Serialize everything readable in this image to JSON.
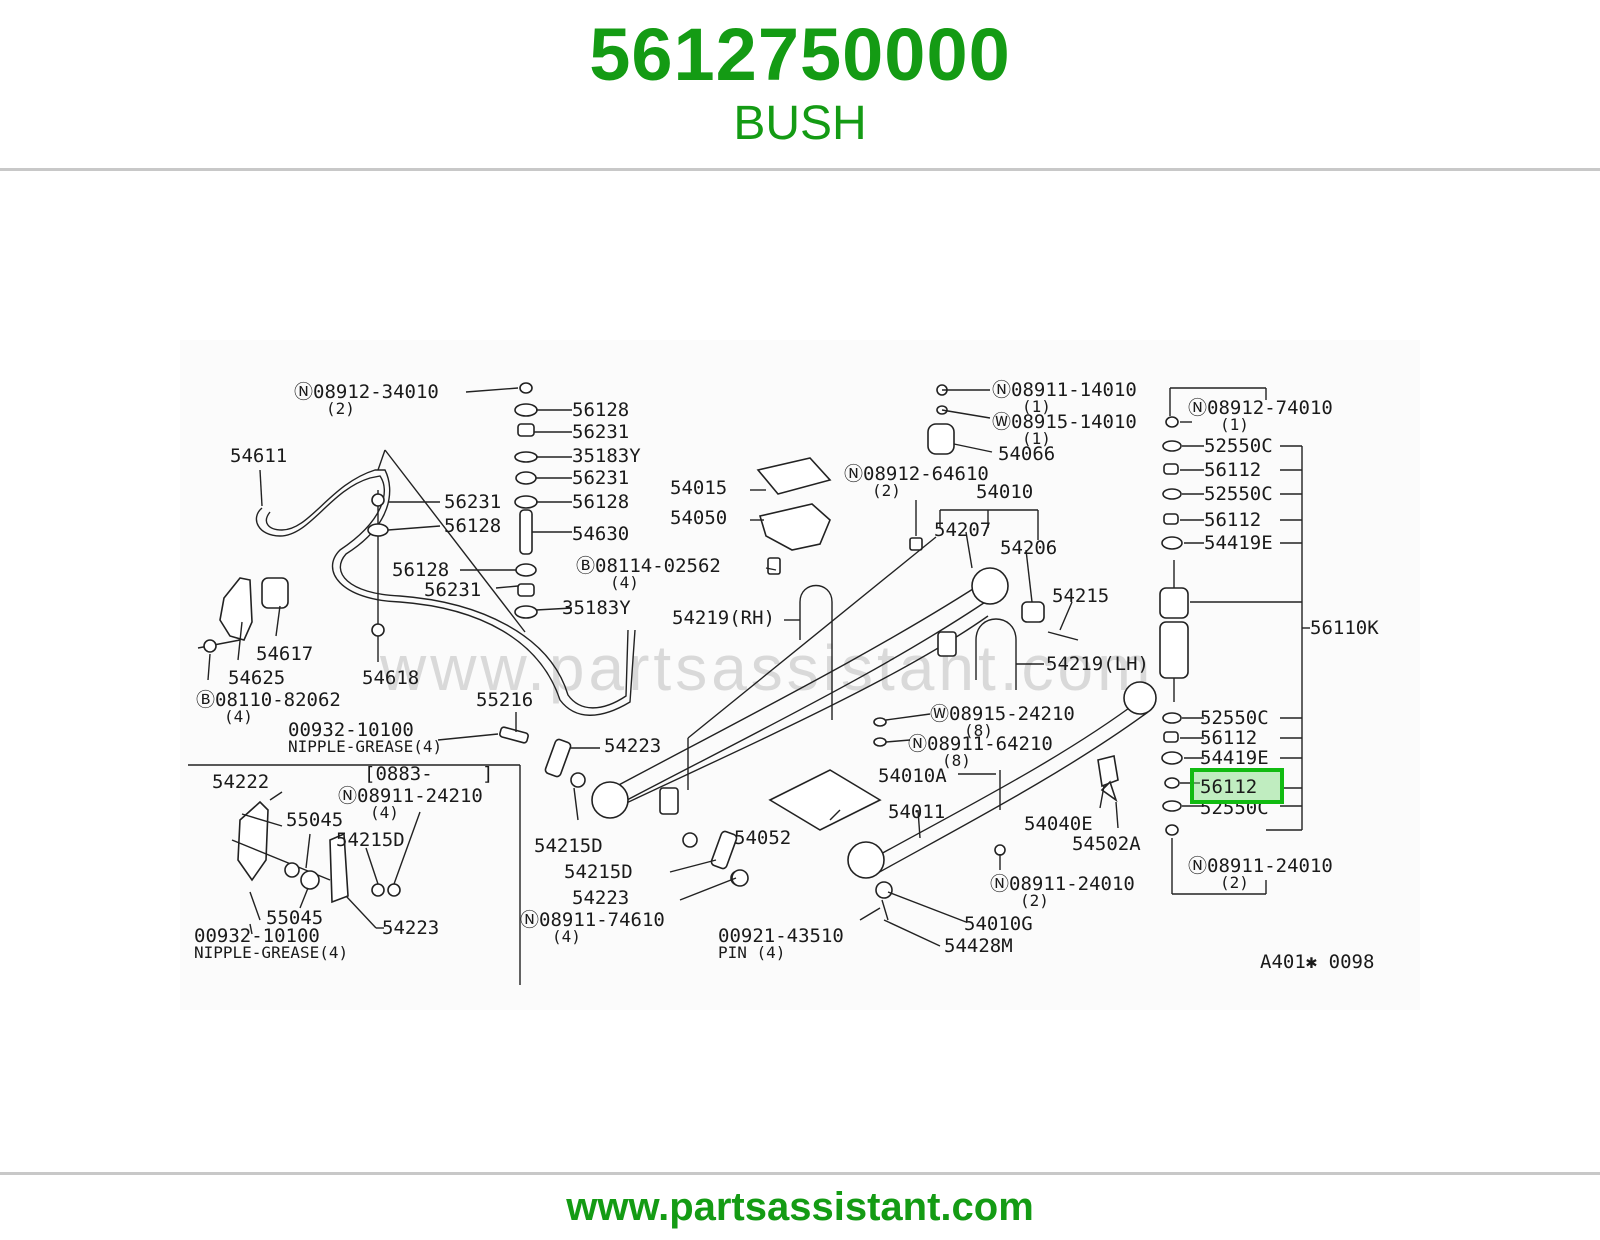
{
  "header": {
    "part_number": "5612750000",
    "part_name": "BUSH"
  },
  "footer": {
    "url": "www.partsassistant.com"
  },
  "diagram": {
    "watermark": "www.partsassistant.com",
    "code": "A401✱ 0098",
    "highlight_color": "#11bb11",
    "brand_color": "#149b14",
    "labels": {
      "n_08912_34010": "Ⓝ08912-34010",
      "q2a": "(2)",
      "p56128a": "56128",
      "p56231a": "56231",
      "p35183y_a": "35183Y",
      "p56231b": "56231",
      "p56128b": "56128",
      "p54611": "54611",
      "p56231c": "56231",
      "p56128c": "56128",
      "p54630": "54630",
      "p56128d": "56128",
      "p56231d": "56231",
      "p35183y_b": "35183Y",
      "p54617": "54617",
      "p54625": "54625",
      "p54618": "54618",
      "b_08110_82062": "Ⓑ08110-82062",
      "q4a": "(4)",
      "p54015": "54015",
      "p54050": "54050",
      "b_08114_02562": "Ⓑ08114-02562",
      "q4b": "(4)",
      "p54219rh": "54219(RH)",
      "p55216": "55216",
      "p00932_10100a": "00932-10100",
      "nipple_a": "NIPPLE-GREASE(4)",
      "p54223a": "54223",
      "n_08911_14010": "Ⓝ08911-14010",
      "q1a": "(1)",
      "w_08915_14010": "Ⓦ08915-14010",
      "q1b": "(1)",
      "p54066": "54066",
      "n_08912_64610": "Ⓝ08912-64610",
      "q2b": "(2)",
      "p54010": "54010",
      "p54207": "54207",
      "p54206": "54206",
      "p54215": "54215",
      "p54219lh": "54219(LH)",
      "w_08915_24210": "Ⓦ08915-24210",
      "q8a": "(8)",
      "n_08911_64210": "Ⓝ08911-64210",
      "q8b": "(8)",
      "p54010a": "54010A",
      "p54011": "54011",
      "p54040e": "54040E",
      "p54502a": "54502A",
      "n_08911_24010a": "Ⓝ08911-24010",
      "q2c": "(2)",
      "p54010g": "54010G",
      "p54428m": "54428M",
      "p54215d_a": "54215D",
      "p54215d_b": "54215D",
      "p54223b": "54223",
      "p54052": "54052",
      "n_08911_74610": "Ⓝ08911-74610",
      "q4c": "(4)",
      "p00921_43510": "00921-43510",
      "pin4": "PIN (4)",
      "n_08912_74010": "Ⓝ08912-74010",
      "q1c": "(1)",
      "p52550c_a": "52550C",
      "p56112_a": "56112",
      "p52550c_b": "52550C",
      "p56112_b": "56112",
      "p54419e_a": "54419E",
      "p56110k": "56110K",
      "p52550c_c": "52550C",
      "p56112_c": "56112",
      "p54419e_b": "54419E",
      "p56112_hl": "56112",
      "p52550c_d": "52550C",
      "n_08911_24010b": "Ⓝ08911-24010",
      "q2d": "(2)",
      "p54222": "54222",
      "bracket": "[0883-",
      "bracket_end": "]",
      "n_08911_24210": "Ⓝ08911-24210",
      "q4d": "(4)",
      "p55045a": "55045",
      "p54215d_c": "54215D",
      "p55045b": "55045",
      "p54223c": "54223",
      "p00932_10100b": "00932-10100",
      "nipple_b": "NIPPLE-GREASE(4)"
    }
  }
}
